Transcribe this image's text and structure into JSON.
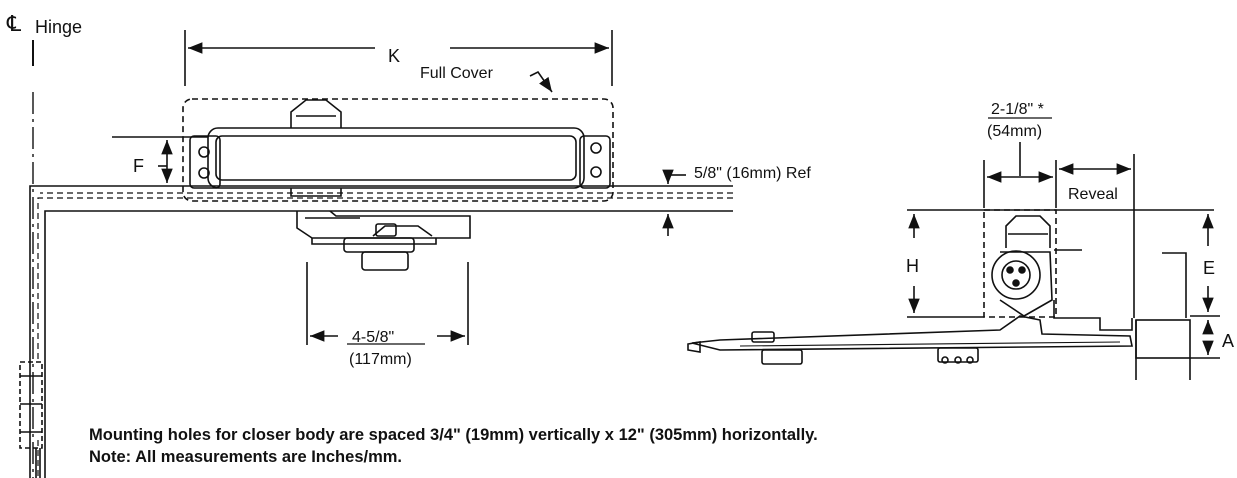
{
  "labels": {
    "centerline_symbol": "℄",
    "hinge": "Hinge",
    "k": "K",
    "full_cover": "Full Cover",
    "f": "F",
    "ref_dim": "5/8\" (16mm) Ref",
    "dim_4_5_8": "4-5/8\"",
    "dim_117mm": "(117mm)",
    "dim_2_1_8": "2-1/8\" *",
    "dim_54mm": "(54mm)",
    "reveal": "Reveal",
    "h": "H",
    "e": "E",
    "a": "A"
  },
  "notes": {
    "line1": "Mounting holes for closer body are spaced 3/4\" (19mm) vertically x 12\" (305mm) horizontally.",
    "line2": "Note: All measurements are Inches/mm."
  }
}
